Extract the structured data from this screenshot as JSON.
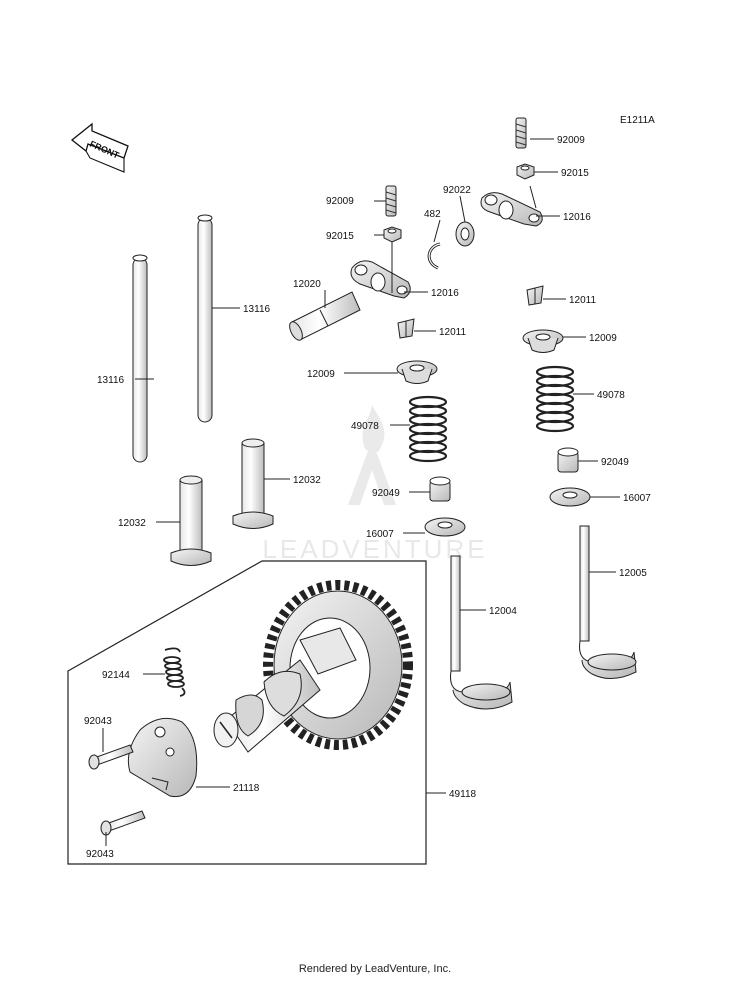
{
  "diagram_code": "E1211A",
  "front_label": "FRONT",
  "watermark": "LEADVENTURE",
  "footer": "Rendered by LeadVenture, Inc.",
  "parts": {
    "p13116_left": "13116",
    "p13116_right": "13116",
    "p12032_left": "12032",
    "p12032_right": "12032",
    "p12020": "12020",
    "p92009_mid": "92009",
    "p92015_mid": "92015",
    "p482": "482",
    "p92022": "92022",
    "p92009_right": "92009",
    "p92015_right": "92015",
    "p12016_right": "12016",
    "p12016_mid": "12016",
    "p12011_mid": "12011",
    "p12011_right": "12011",
    "p12009_mid": "12009",
    "p12009_right": "12009",
    "p49078_mid": "49078",
    "p49078_right": "49078",
    "p92049_mid": "92049",
    "p92049_right": "92049",
    "p16007_mid": "16007",
    "p16007_right": "16007",
    "p12004": "12004",
    "p12005": "12005",
    "p92144": "92144",
    "p92043_top": "92043",
    "p92043_bottom": "92043",
    "p21118": "21118",
    "p49118": "49118"
  }
}
